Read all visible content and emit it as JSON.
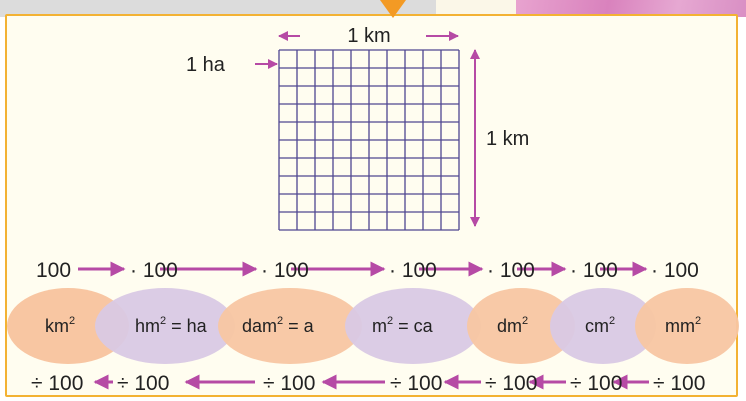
{
  "grid": {
    "width_label": "1 km",
    "height_label": "1 km",
    "cell_label": "1 ha",
    "cells": 10
  },
  "multiply_row": {
    "start": "100",
    "factors": [
      "· 100",
      "· 100",
      "· 100",
      "· 100",
      "· 100",
      "· 100"
    ]
  },
  "units": [
    {
      "base": "km",
      "exp": "2",
      "suffix": ""
    },
    {
      "base": "hm",
      "exp": "2",
      "suffix": " = ha"
    },
    {
      "base": "dam",
      "exp": "2",
      "suffix": " = a"
    },
    {
      "base": "m",
      "exp": "2",
      "suffix": " = ca"
    },
    {
      "base": "dm",
      "exp": "2",
      "suffix": ""
    },
    {
      "base": "cm",
      "exp": "2",
      "suffix": ""
    },
    {
      "base": "mm",
      "exp": "2",
      "suffix": ""
    }
  ],
  "divide_row": {
    "items": [
      "÷ 100",
      "÷ 100",
      "÷ 100",
      "÷ 100",
      "÷ 100",
      "÷ 100",
      "÷ 100"
    ]
  },
  "colors": {
    "arrow": "#b64aa5",
    "grid": "#4f4791",
    "orange": "#f8c6a2",
    "violet": "#d9c9e4",
    "border": "#f3b233"
  }
}
